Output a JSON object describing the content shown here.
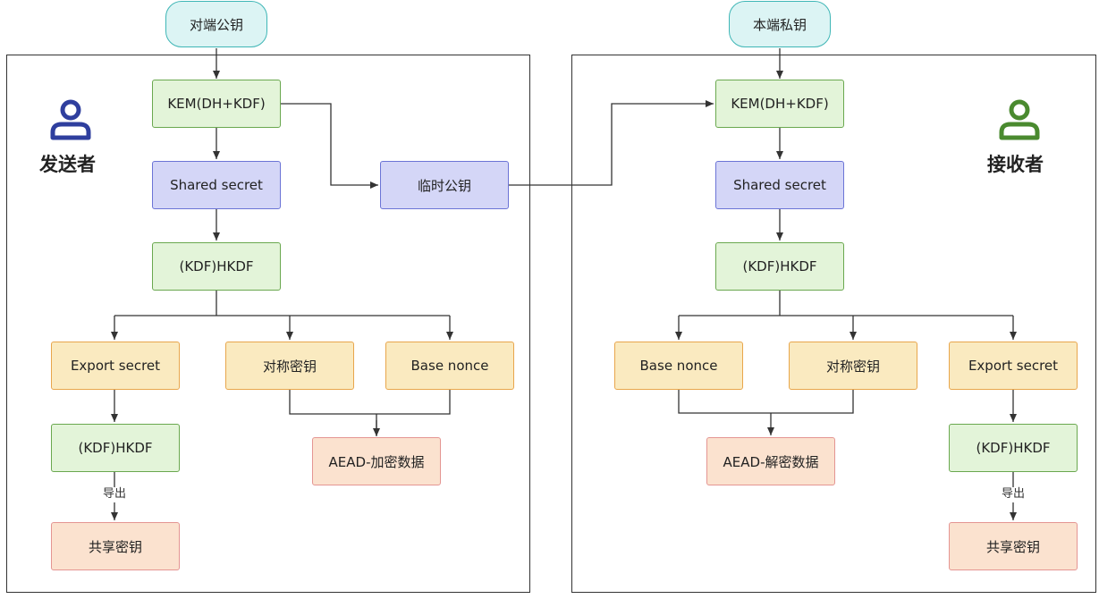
{
  "inputs": {
    "peer_public_key": "对端公钥",
    "own_private_key": "本端私钥"
  },
  "ephemeral_public_key": "临时公钥",
  "sender": {
    "label": "发送者",
    "icon": "user-icon",
    "icon_color": "#2f3f9e",
    "kem": "KEM(DH+KDF)",
    "shared_secret": "Shared secret",
    "hkdf": "(KDF)HKDF",
    "export_secret": "Export secret",
    "symmetric_key": "对称密钥",
    "base_nonce": "Base nonce",
    "aead": "AEAD-加密数据",
    "export_hkdf": "(KDF)HKDF",
    "export_label": "导出",
    "shared_key": "共享密钥"
  },
  "receiver": {
    "label": "接收者",
    "icon": "user-icon",
    "icon_color": "#4a8a2f",
    "kem": "KEM(DH+KDF)",
    "shared_secret": "Shared secret",
    "hkdf": "(KDF)HKDF",
    "base_nonce": "Base nonce",
    "symmetric_key": "对称密钥",
    "export_secret": "Export secret",
    "aead": "AEAD-解密数据",
    "export_hkdf": "(KDF)HKDF",
    "export_label": "导出",
    "shared_key": "共享密钥"
  },
  "colors": {
    "line": "#333333",
    "green_fill": "#e3f4d9",
    "blue_fill": "#d4d6f7",
    "yellow_fill": "#faeac0",
    "peach_fill": "#fbe2cf",
    "teal_fill": "#dcf4f4"
  }
}
